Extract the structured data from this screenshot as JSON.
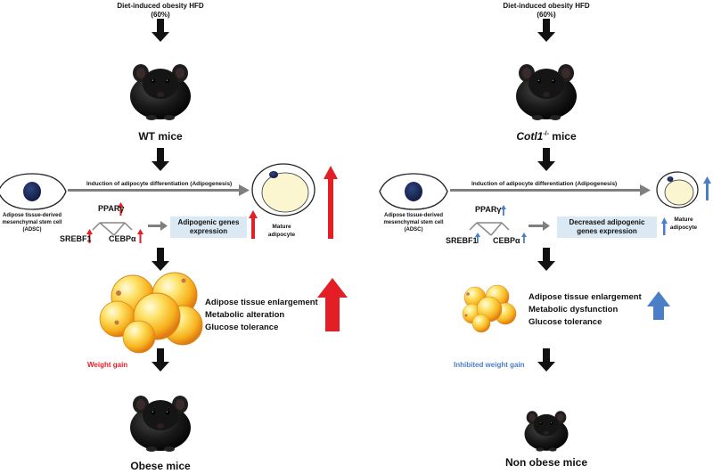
{
  "left": {
    "hfd_line1": "Diet-induced obesity HFD",
    "hfd_line2": "(60%)",
    "mouse_label": "WT mice",
    "diff_label": "Induction of adipocyte differentiation (Adipogenesis)",
    "adsc_line1": "Adipose tissue-derived",
    "adsc_line2": "mesenchymal stem cell",
    "adsc_line3": "(ADSC)",
    "ppar": "PPARγ",
    "srebf1": "SREBF1",
    "cebpa": "CEBPα",
    "genes_line1": "Adipogenic genes",
    "genes_line2": "expression",
    "mature_line1": "Mature",
    "mature_line2": "adipocyte",
    "effects": [
      "Adipose tissue enlargement",
      "Metabolic alteration",
      "Glucose tolerance"
    ],
    "weight": "Weight gain",
    "outcome": "Obese mice"
  },
  "right": {
    "hfd_line1": "Diet-induced obesity HFD",
    "hfd_line2": "(60%)",
    "mouse_gene": "Cotl1",
    "mouse_sup": "-/-",
    "mouse_suffix": " mice",
    "diff_label": "Induction of adipocyte differentiation (Adipogenesis)",
    "adsc_line1": "Adipose tissue-derived",
    "adsc_line2": "mesenchymal stem cell",
    "adsc_line3": "(ADSC)",
    "ppar": "PPARγ",
    "srebf1": "SREBF1",
    "cebpa": "CEBPα",
    "genes_line1": "Decreased adipogenic",
    "genes_line2": "genes expression",
    "mature_line1": "Mature",
    "mature_line2": "adipocyte",
    "effects": [
      "Adipose tissue enlargement",
      "Metabolic dysfunction",
      "Glucose tolerance"
    ],
    "weight": "Inhibited weight gain",
    "outcome": "Non obese mice"
  },
  "colors": {
    "red_arrow": "#e31e24",
    "blue_arrow": "#4a7ec7",
    "gray_arrow": "#7f7f7f",
    "box_fill": "#dbe9f4",
    "nucleus": "#1c2a55",
    "cytoplasm": "#fbf6cf"
  },
  "icons": [
    "black-down-arrow-icon",
    "mouse-image",
    "stem-cell-icon",
    "mature-adipocyte-icon",
    "fat-cluster-icon"
  ]
}
